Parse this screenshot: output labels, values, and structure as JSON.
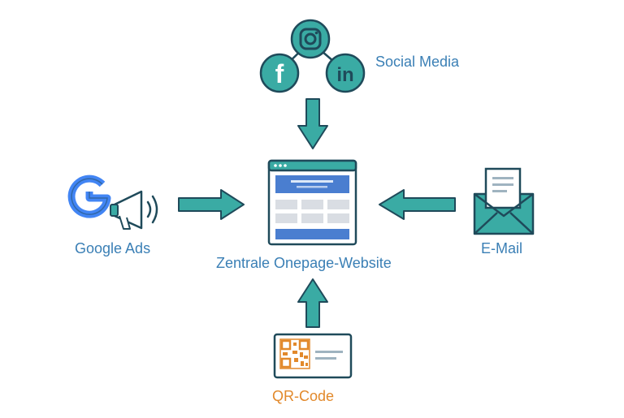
{
  "labels": {
    "social_media": "Social Media",
    "google_ads": "Google Ads",
    "center": "Zentrale Onepage-Website",
    "email": "E-Mail",
    "qr_code": "QR-Code"
  },
  "icons": {
    "facebook": "f",
    "linkedin": "in",
    "instagram": "instagram-icon",
    "google": "google-icon",
    "megaphone": "megaphone-icon",
    "website": "website-icon",
    "envelope": "envelope-icon",
    "qr": "qr-code-icon"
  },
  "colors": {
    "teal": "#3aaba4",
    "dark": "#1f4a5a",
    "blue_text": "#3a7fb5",
    "orange": "#e2892b",
    "web_blue": "#4a7ed0",
    "google_blue": "#4285f4"
  }
}
